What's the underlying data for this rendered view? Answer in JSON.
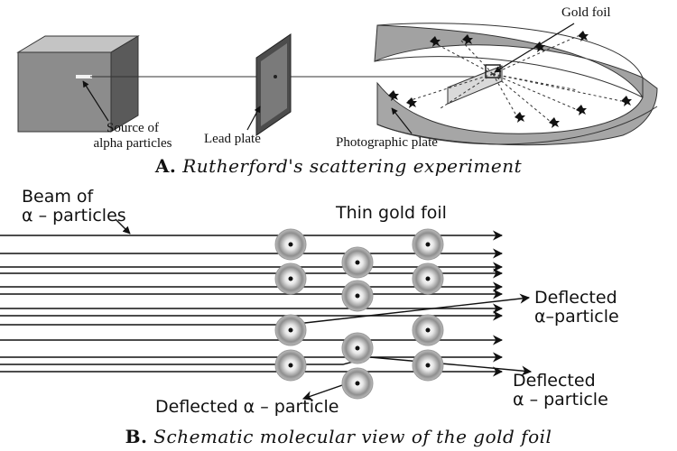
{
  "part_a": {
    "labels": {
      "source": [
        "Source of",
        "alpha particles"
      ],
      "lead_plate": "Lead plate",
      "photographic_plate": "Photographic plate",
      "gold_foil": "Gold foil"
    },
    "caption_letter": "A.",
    "caption_text": "Rutherford's scattering experiment"
  },
  "part_b": {
    "labels": {
      "beam": [
        "Beam of",
        "α – particles"
      ],
      "thin_gold_foil": "Thin gold foil",
      "deflected_1": [
        "Deflected",
        "α–particle"
      ],
      "deflected_2": [
        "Deflected",
        "α – particle"
      ],
      "deflected_3": "Deflected α – particle"
    },
    "caption_letter": "B.",
    "caption_text": "Schematic molecular view of the gold foil"
  },
  "colors": {
    "ink": "#111111",
    "box_front": "#8a8a8a",
    "box_top": "#bdbdbd",
    "box_side": "#5e5e5e",
    "plate": "#6b6b6b",
    "screen": "#9c9c9c",
    "atom_outer": "#a0a0a0",
    "atom_nucleus": "#111111"
  }
}
